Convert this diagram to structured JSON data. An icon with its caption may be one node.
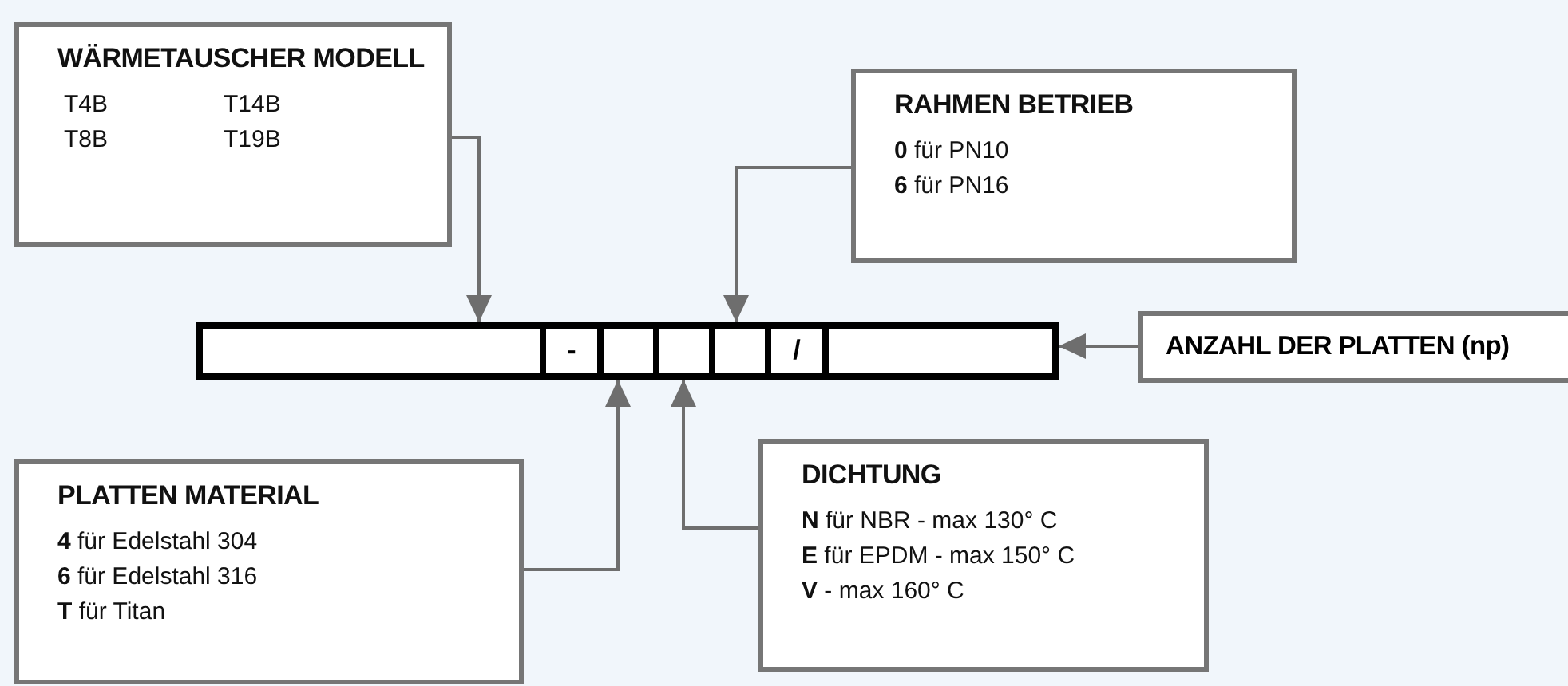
{
  "diagram": {
    "nodes": [
      {
        "text": [
          "WÄRMETAUSCHER MODELL",
          "T4B",
          "T14B",
          "T8B",
          "T19B"
        ]
      },
      {
        "text": [
          "RAHMEN BETRIEB",
          "**0** für PN10",
          "**6** für PN16"
        ]
      },
      {
        "text": [],
        "shape": "bar"
      },
      {
        "text": [],
        "shape": "box",
        "in": 2
      },
      {
        "text": [
          "-"
        ],
        "in": 2
      },
      {
        "text": [],
        "shape": "box",
        "in": 2
      },
      {
        "text": [],
        "shape": "box",
        "in": 2
      },
      {
        "text": [],
        "shape": "box",
        "in": 2
      },
      {
        "text": [
          "/"
        ],
        "in": 2
      },
      {
        "text": [],
        "shape": "box",
        "in": 2
      },
      {
        "text": [
          "ANZAHL DER PLATTEN (np)"
        ]
      },
      {
        "text": [
          "PLATTEN MATERIAL",
          "**4** für Edelstahl 304",
          "**6** für Edelstahl 316",
          "**T** für Titan"
        ]
      },
      {
        "text": [
          "DICHTUNG",
          "**N** für NBR - max 130° C",
          "**E** für EPDM - max 150° C",
          "**V** - max 160° C"
        ]
      }
    ],
    "edges": [
      {
        "from": 0,
        "to": 3,
        "arrow": "to"
      },
      {
        "from": 1,
        "to": 7,
        "arrow": "to"
      },
      {
        "from": 10,
        "to": 9,
        "arrow": "to"
      },
      {
        "from": 11,
        "to": 5,
        "arrow": "to"
      },
      {
        "from": 12,
        "to": 6,
        "arrow": "to"
      }
    ]
  }
}
